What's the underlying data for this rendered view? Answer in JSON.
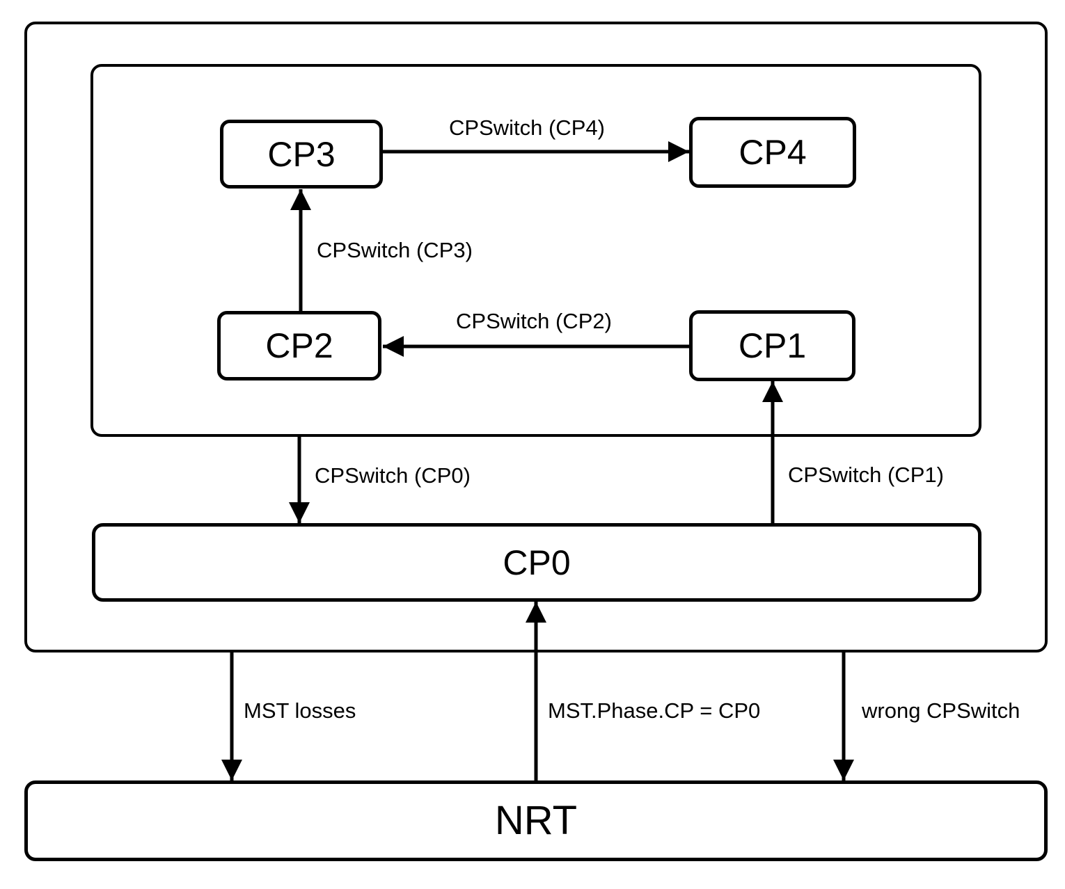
{
  "diagram": {
    "type": "state-transition-diagram",
    "colors": {
      "stroke": "#000000",
      "background": "#ffffff"
    },
    "nodes": [
      {
        "id": "cp3",
        "label": "CP3"
      },
      {
        "id": "cp4",
        "label": "CP4"
      },
      {
        "id": "cp2",
        "label": "CP2"
      },
      {
        "id": "cp1",
        "label": "CP1"
      },
      {
        "id": "cp0",
        "label": "CP0"
      },
      {
        "id": "nrt",
        "label": "NRT"
      }
    ],
    "edges": [
      {
        "from": "CP3",
        "to": "CP4",
        "label": "CPSwitch (CP4)",
        "direction": "right"
      },
      {
        "from": "CP2",
        "to": "CP3",
        "label": "CPSwitch (CP3)",
        "direction": "up"
      },
      {
        "from": "CP1",
        "to": "CP2",
        "label": "CPSwitch (CP2)",
        "direction": "left"
      },
      {
        "from": "inner-region",
        "to": "CP0",
        "label": "CPSwitch (CP0)",
        "direction": "down"
      },
      {
        "from": "CP0",
        "to": "CP1",
        "label": "CPSwitch (CP1)",
        "direction": "up"
      },
      {
        "from": "outer-region",
        "to": "NRT",
        "label": "MST losses",
        "direction": "down"
      },
      {
        "from": "NRT",
        "to": "CP0",
        "label": "MST.Phase.CP = CP0",
        "direction": "up"
      },
      {
        "from": "outer-region",
        "to": "NRT",
        "label": "wrong CPSwitch",
        "direction": "down"
      }
    ]
  }
}
